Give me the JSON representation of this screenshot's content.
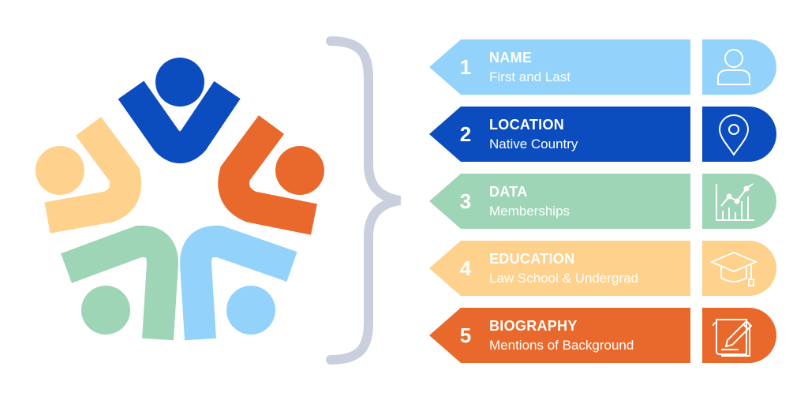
{
  "colors": {
    "light_blue": "#93d3fb",
    "dark_blue": "#0b4dbf",
    "green": "#9fd5b7",
    "yellow": "#fed18c",
    "orange": "#e8692b",
    "brace": "#c9cfdc"
  },
  "rows": [
    {
      "number": "1",
      "title": "NAME",
      "subtitle": "First and Last",
      "icon": "person-icon",
      "color": "#93d3fb"
    },
    {
      "number": "2",
      "title": "LOCATION",
      "subtitle": "Native Country",
      "icon": "map-pin-icon",
      "color": "#0b4dbf"
    },
    {
      "number": "3",
      "title": "DATA",
      "subtitle": "Memberships",
      "icon": "line-chart-icon",
      "color": "#9fd5b7"
    },
    {
      "number": "4",
      "title": "EDUCATION",
      "subtitle": "Law School & Undergrad",
      "icon": "graduation-cap-icon",
      "color": "#fed18c"
    },
    {
      "number": "5",
      "title": "BIOGRAPHY",
      "subtitle": "Mentions of Background",
      "icon": "pencil-paper-icon",
      "color": "#e8692b"
    }
  ]
}
